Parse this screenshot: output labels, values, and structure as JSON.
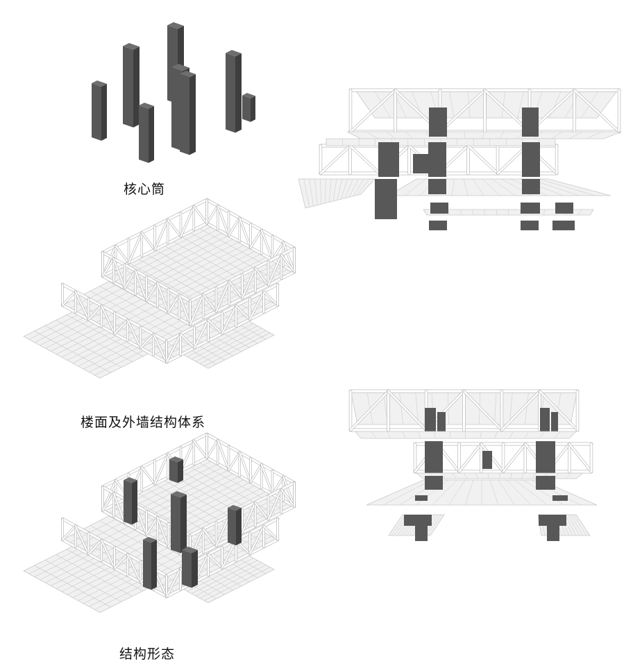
{
  "diagram": {
    "captions": {
      "cores": "核心筒",
      "floors": "楼面及外墙结构体系",
      "structure": "结构形态"
    },
    "colors": {
      "core": "#585858",
      "core_light": "#6e6e6e",
      "core_dark": "#3e3e3e",
      "truss": "#ffffff",
      "truss_edge": "#bdbdbd",
      "grid": "#c9c9c9",
      "slab": "#f1f1f1",
      "background": "#ffffff"
    }
  }
}
